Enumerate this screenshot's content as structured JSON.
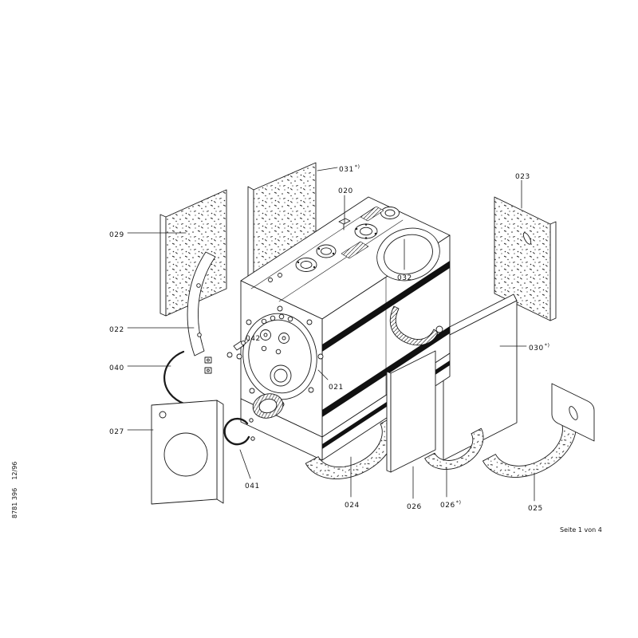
{
  "page": {
    "footer": "Seite 1 von 4",
    "side_code": "8781 396    12/96"
  },
  "diagram": {
    "type": "exploded-parts-diagram",
    "subject": "boiler heat exchanger assembly with insulation panels"
  },
  "labels": [
    {
      "id": "029",
      "text": "029",
      "sup": ""
    },
    {
      "id": "031",
      "text": "031",
      "sup": "*)"
    },
    {
      "id": "020",
      "text": "020",
      "sup": ""
    },
    {
      "id": "023",
      "text": "023",
      "sup": ""
    },
    {
      "id": "032",
      "text": "032",
      "sup": ""
    },
    {
      "id": "022",
      "text": "022",
      "sup": ""
    },
    {
      "id": "040",
      "text": "040",
      "sup": ""
    },
    {
      "id": "042",
      "text": "042",
      "sup": ""
    },
    {
      "id": "021",
      "text": "021",
      "sup": ""
    },
    {
      "id": "030",
      "text": "030",
      "sup": "*)"
    },
    {
      "id": "027",
      "text": "027",
      "sup": ""
    },
    {
      "id": "041",
      "text": "041",
      "sup": ""
    },
    {
      "id": "024",
      "text": "024",
      "sup": ""
    },
    {
      "id": "026",
      "text": "026",
      "sup": ""
    },
    {
      "id": "026b",
      "text": "026",
      "sup": "*)"
    },
    {
      "id": "025",
      "text": "025",
      "sup": ""
    }
  ]
}
